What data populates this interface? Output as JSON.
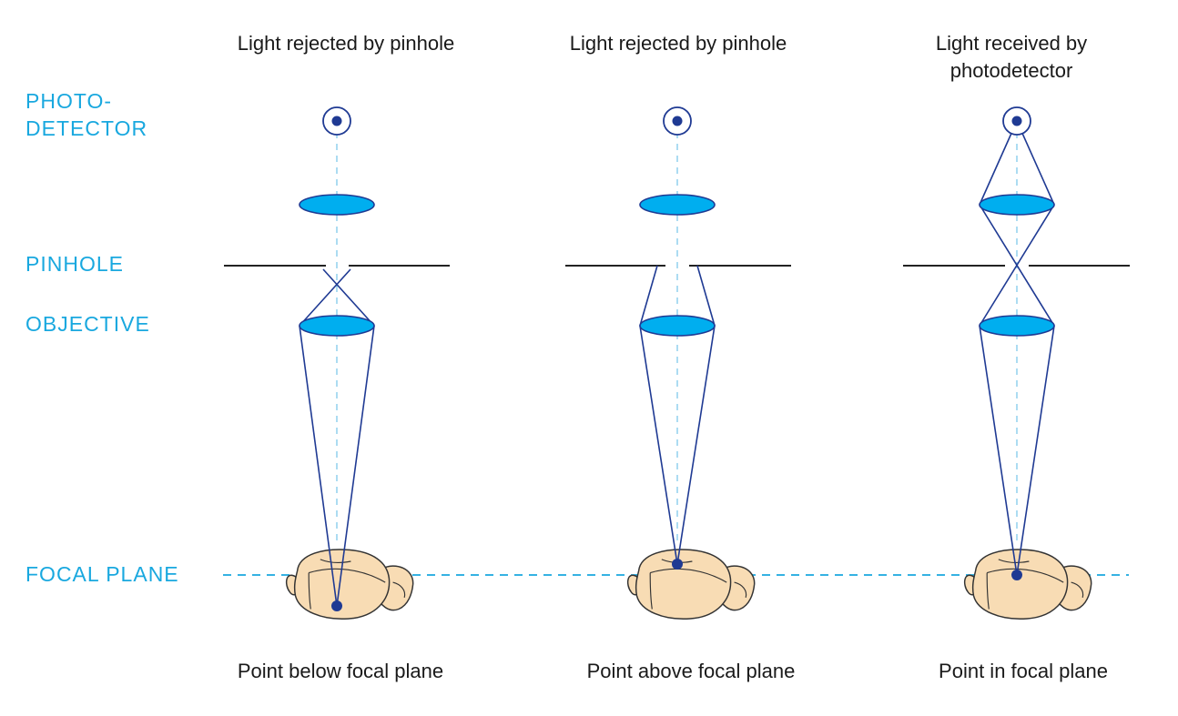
{
  "labels": {
    "photodetector": "PHOTO-\nDETECTOR",
    "pinhole": "PINHOLE",
    "objective": "OBJECTIVE",
    "focal_plane": "FOCAL PLANE"
  },
  "columns": [
    {
      "top_caption": "Light rejected by pinhole",
      "bottom_caption": "Point below focal plane"
    },
    {
      "top_caption": "Light rejected by pinhole",
      "bottom_caption": "Point above focal plane"
    },
    {
      "top_caption": "Light received by\nphotodetector",
      "bottom_caption": "Point in focal plane"
    }
  ],
  "colors": {
    "label_blue": "#19a8df",
    "lens_fill": "#00aeef",
    "lens_stroke": "#1f3a93",
    "ray": "#1f3a93",
    "point": "#1f3a93",
    "pinhole_bar": "#222222",
    "axis_dash": "#7fc9ec",
    "focal_dash": "#19a8df",
    "brain_fill": "#f8dcb4",
    "brain_stroke": "#333333"
  }
}
